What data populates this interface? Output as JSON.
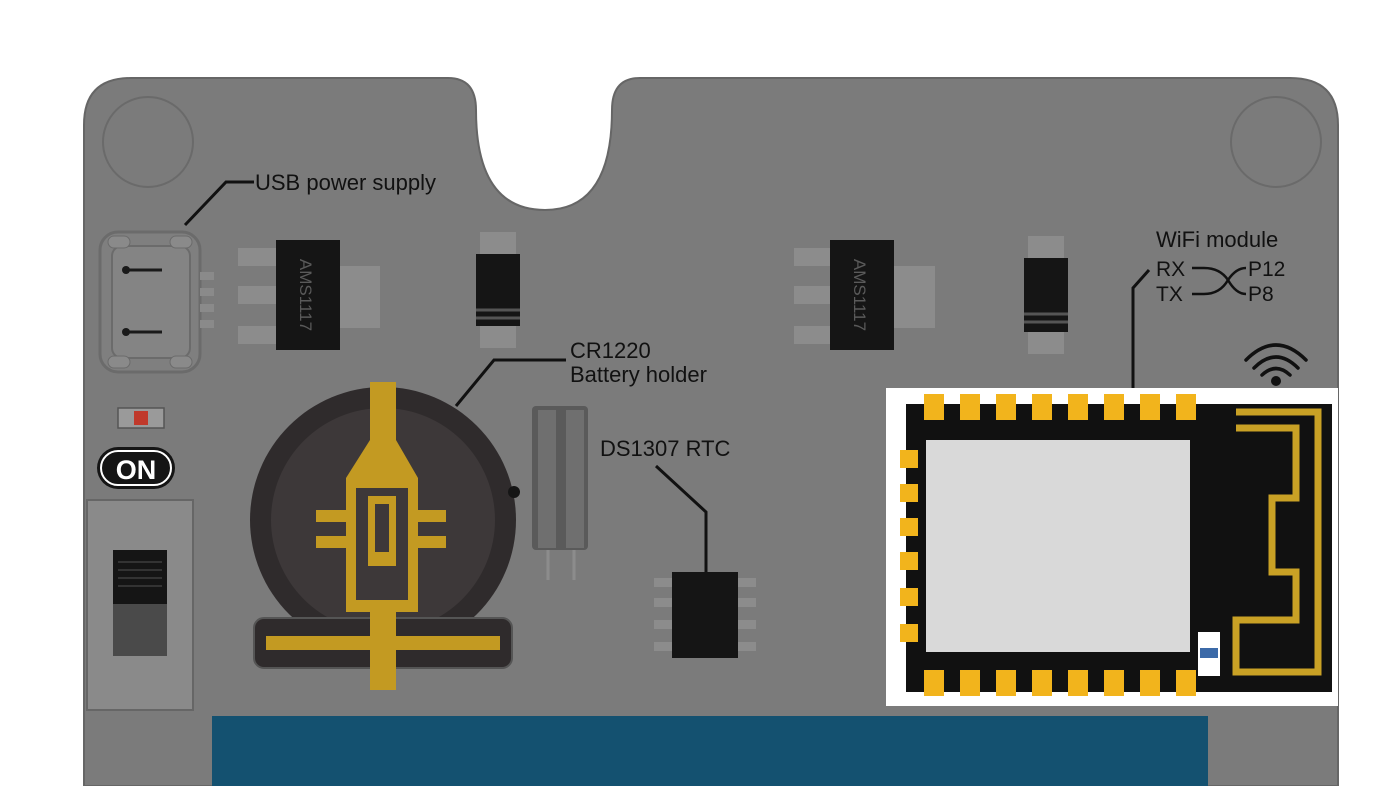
{
  "labels": {
    "usb_power_supply": "USB power supply",
    "battery_line1": "CR1220",
    "battery_line2": "Battery holder",
    "rtc": "DS1307 RTC",
    "wifi_module": "WiFi module",
    "rx": "RX",
    "tx": "TX",
    "p12": "P12",
    "p8": "P8",
    "on": "ON",
    "regulator_left": "AMS1117",
    "regulator_right": "AMS1117"
  },
  "colors": {
    "board": "#7b7b7b",
    "board_edge": "#6a6a6a",
    "gold_trace": "#c39a22",
    "esp_pad": "#f2b41c",
    "module_shield": "#d9d9d9",
    "display_blue": "#145170",
    "chip_black": "#151515"
  },
  "icons": {
    "wifi": "wifi-icon"
  }
}
